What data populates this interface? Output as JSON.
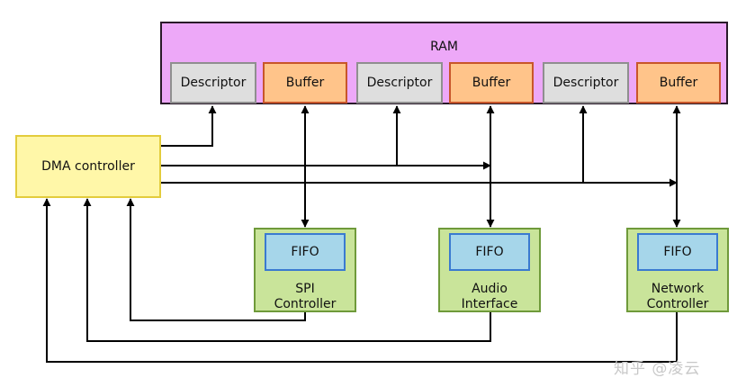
{
  "ram": {
    "label": "RAM"
  },
  "ram_blocks": [
    {
      "kind": "descriptor",
      "label": "Descriptor"
    },
    {
      "kind": "buffer",
      "label": "Buffer"
    },
    {
      "kind": "descriptor",
      "label": "Descriptor"
    },
    {
      "kind": "buffer",
      "label": "Buffer"
    },
    {
      "kind": "descriptor",
      "label": "Descriptor"
    },
    {
      "kind": "buffer",
      "label": "Buffer"
    }
  ],
  "dma": {
    "label": "DMA controller"
  },
  "peripherals": [
    {
      "fifo": "FIFO",
      "line1": "SPI",
      "line2": "Controller"
    },
    {
      "fifo": "FIFO",
      "line1": "Audio",
      "line2": "Interface"
    },
    {
      "fifo": "FIFO",
      "line1": "Network",
      "line2": "Controller"
    }
  ],
  "watermark": "知乎 @凌云",
  "colors": {
    "ram_fill": "#eda8f8",
    "descriptor_fill": "#dedede",
    "buffer_fill": "#ffc48a",
    "dma_fill": "#fff7a8",
    "peripheral_fill": "#c9e49a",
    "fifo_fill": "#a6d6ea"
  }
}
